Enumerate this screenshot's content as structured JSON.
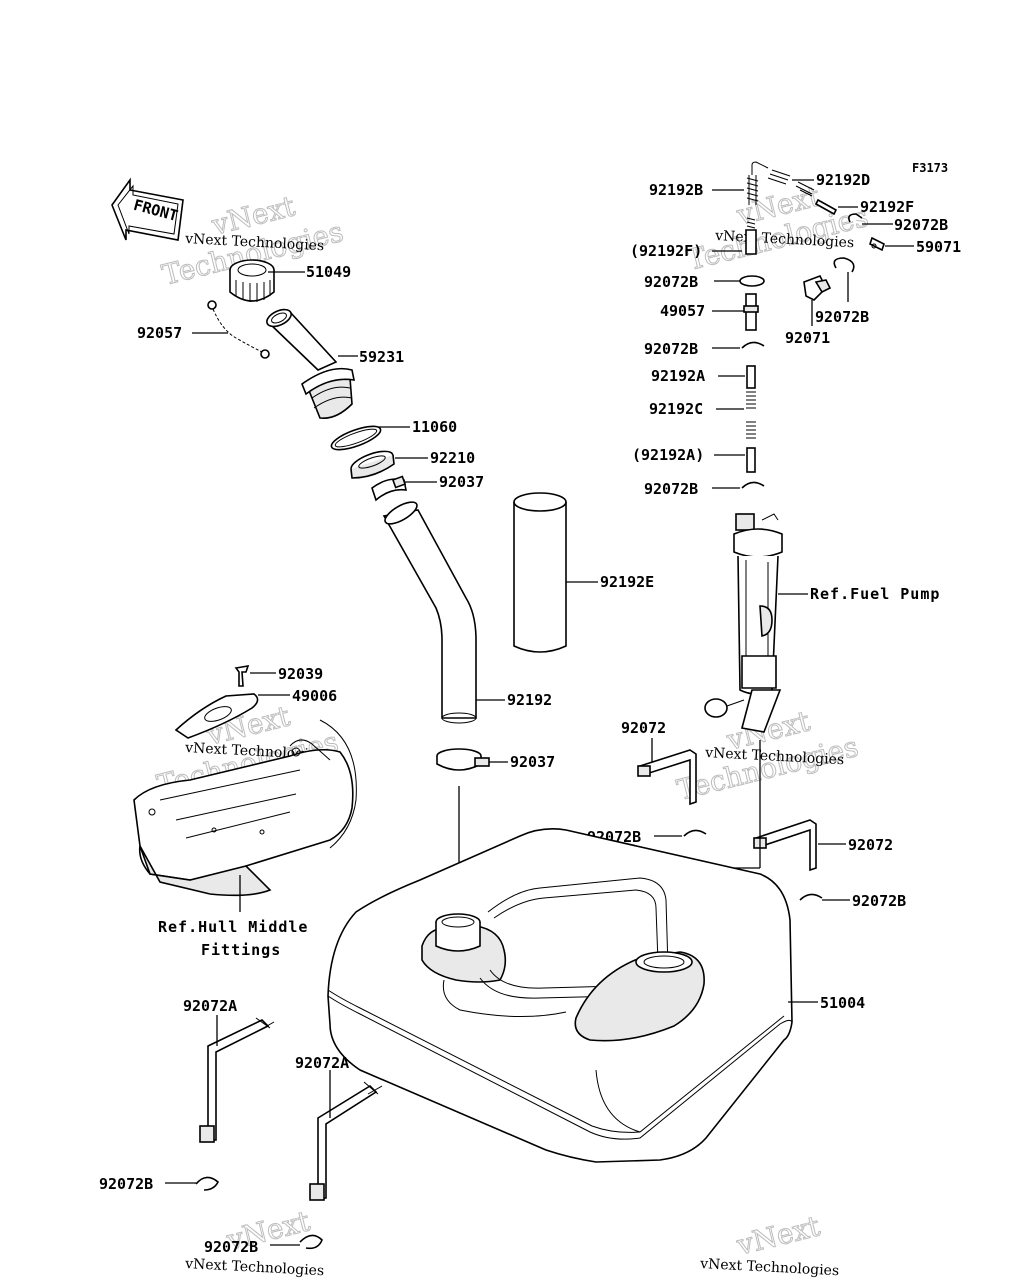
{
  "diagram": {
    "code": "F3173",
    "front_label": "FRONT",
    "labels": {
      "p51049": "51049",
      "p92057": "92057",
      "p59231": "59231",
      "p11060": "11060",
      "p92210": "92210",
      "p92037_top": "92037",
      "p92192E": "92192E",
      "p92192": "92192",
      "p92037_low": "92037",
      "p92039": "92039",
      "p49006": "49006",
      "p92192B_top": "92192B",
      "p92192D": "92192D",
      "p92192F": "92192F",
      "p92072B_r1": "92072B",
      "p59071": "59071",
      "p92192F_paren": "(92192F)",
      "p92072B_l1": "92072B",
      "p49057": "49057",
      "p92072B_r2": "92072B",
      "p92071": "92071",
      "p92072B_l2": "92072B",
      "p92192A": "92192A",
      "p92192C": "92192C",
      "p92192A_paren": "(92192A)",
      "p92072B_l3": "92072B",
      "p92072_a": "92072",
      "p92072B_mid": "92072B",
      "p92072_b": "92072",
      "p92072B_rt": "92072B",
      "p51004": "51004",
      "p92072A_l": "92072A",
      "p92072A_r": "92072A",
      "p92072B_bl": "92072B",
      "p92072B_bb": "92072B"
    },
    "refs": {
      "fuel_pump": "Ref.Fuel Pump",
      "hull_line1": "Ref.Hull Middle",
      "hull_line2": "Fittings"
    },
    "watermark": {
      "line1": "vNext Technologies",
      "line2": "vNext",
      "line3": "Technologies"
    }
  }
}
